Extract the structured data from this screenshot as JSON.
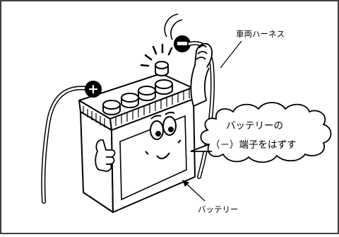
{
  "labels": {
    "harness": "車両ハーネス",
    "battery": "バッテリー"
  },
  "bubble": {
    "line1": "バッテリーの",
    "line2": "（－）端子をはずす"
  },
  "terminals": {
    "positive": "+",
    "negative": "−"
  },
  "colors": {
    "ink": "#000000",
    "paper": "#ffffff",
    "border": "#000000"
  }
}
